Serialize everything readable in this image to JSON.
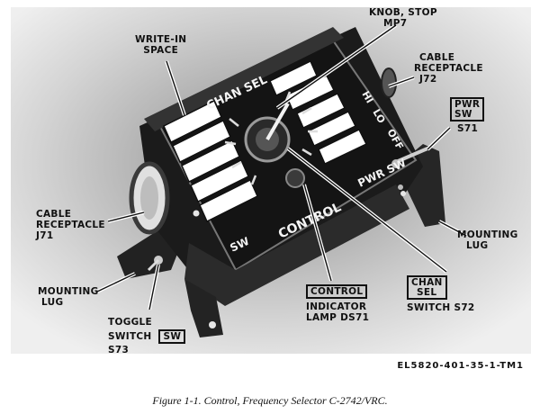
{
  "figure": {
    "id_code": "EL5820-401-35-1-TM1",
    "caption": "Figure 1-1. Control, Frequency Selector C-2742/VRC."
  },
  "panel": {
    "chan_sel": "CHAN SEL",
    "control": "CONTROL",
    "sw": "SW",
    "pwr_sw": "PWR SW",
    "hi": "HI",
    "lo": "LO",
    "off": "OFF"
  },
  "callouts": {
    "write_in_1": "WRITE-IN",
    "write_in_2": "SPACE",
    "knob_stop_1": "KNOB, STOP",
    "knob_stop_2": "MP7",
    "cable_j72_1": "CABLE",
    "cable_j72_2": "RECEPTACLE",
    "cable_j72_3": "J72",
    "pwr_box_1": "PWR",
    "pwr_box_2": "SW",
    "pwr_ref": "S71",
    "cable_j71_1": "CABLE",
    "cable_j71_2": "RECEPTACLE",
    "cable_j71_3": "J71",
    "mount_right_1": "MOUNTING",
    "mount_right_2": "LUG",
    "mount_left_1": "MOUNTING",
    "mount_left_2": "LUG",
    "lamp_box": "CONTROL",
    "lamp_1": "INDICATOR",
    "lamp_2": "LAMP DS71",
    "chan_box_1": "CHAN",
    "chan_box_2": "SEL",
    "chan_ref": "SWITCH S72",
    "toggle_1": "TOGGLE",
    "toggle_2": "SWITCH",
    "toggle_box": "SW",
    "toggle_ref": "S73"
  }
}
